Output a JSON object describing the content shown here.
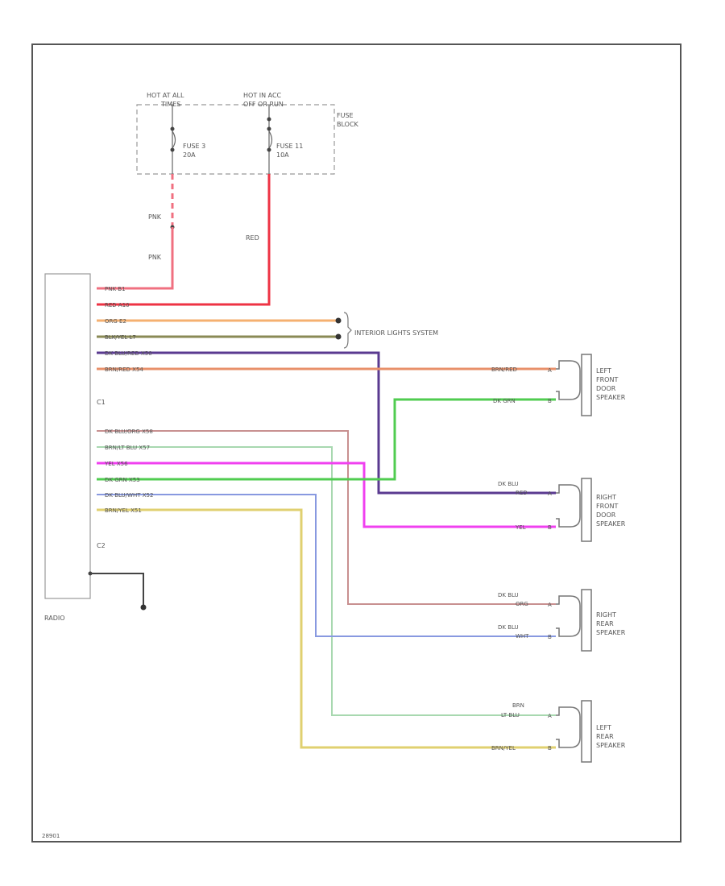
{
  "fuse_block": {
    "hot_at_all_times": [
      "HOT AT ALL",
      "TIMES"
    ],
    "hot_in_acc": [
      "HOT IN ACC",
      "OFF OR RUN"
    ],
    "fuse_left": [
      "FUSE 3",
      "20A"
    ],
    "fuse_right": [
      "FUSE 11",
      "10A"
    ],
    "block_label": [
      "FUSE",
      "BLOCK"
    ]
  },
  "feed_wires": {
    "pnk_upper": "PNK",
    "pnk_lower": "PNK",
    "red": "RED"
  },
  "radio": {
    "label": "RADIO",
    "c1": "C1",
    "c2": "C2"
  },
  "c1_wires": [
    "PNK   B1",
    "RED   A10",
    "ORG   E2",
    "BLK/YEL   L7",
    "DK BLU/RED   X50",
    "BRN/RED   X54"
  ],
  "c2_wires": [
    "DK BLU/ORG   X58",
    "BRN/LT BLU   X57",
    "YEL X56",
    "DK GRN   X53",
    "DK BLU/WHT   X52",
    "BRN/YEL   X51"
  ],
  "interior_lights": "INTERIOR LIGHTS SYSTEM",
  "speakers": [
    {
      "name": [
        "LEFT",
        "FRONT",
        "DOOR",
        "SPEAKER"
      ],
      "wire_top": [
        "BRN/RED"
      ],
      "wire_bottom": [
        "DK GRN"
      ]
    },
    {
      "name": [
        "RIGHT",
        "FRONT",
        "DOOR",
        "SPEAKER"
      ],
      "wire_top": [
        "DK BLU",
        "RED"
      ],
      "wire_bottom": [
        "YEL"
      ]
    },
    {
      "name": [
        "RIGHT",
        "REAR",
        "SPEAKER"
      ],
      "wire_top": [
        "DK BLU",
        "ORG"
      ],
      "wire_bottom": [
        "DK BLU",
        "WHT"
      ]
    },
    {
      "name": [
        "LEFT",
        "REAR",
        "SPEAKER"
      ],
      "wire_top": [
        "BRN",
        "LT BLU"
      ],
      "wire_bottom": [
        "BRN/YEL"
      ]
    }
  ],
  "footer_code": "28901",
  "colors": {
    "pnk": "#f07080",
    "red": "#ee3344",
    "org": "#f5b070",
    "blk_yel": "#8a8a55",
    "dk_blu_red": "#5a3a90",
    "brn_red": "#e8906a",
    "dk_blu_org": "#9a90c0",
    "brn_lt_blu": "#a8d8b0",
    "yel": "#f040f0",
    "dk_grn": "#50cc50",
    "dk_blu_wht": "#8899e0",
    "brn_yel": "#e0d070",
    "rr_top": "#c89090"
  }
}
